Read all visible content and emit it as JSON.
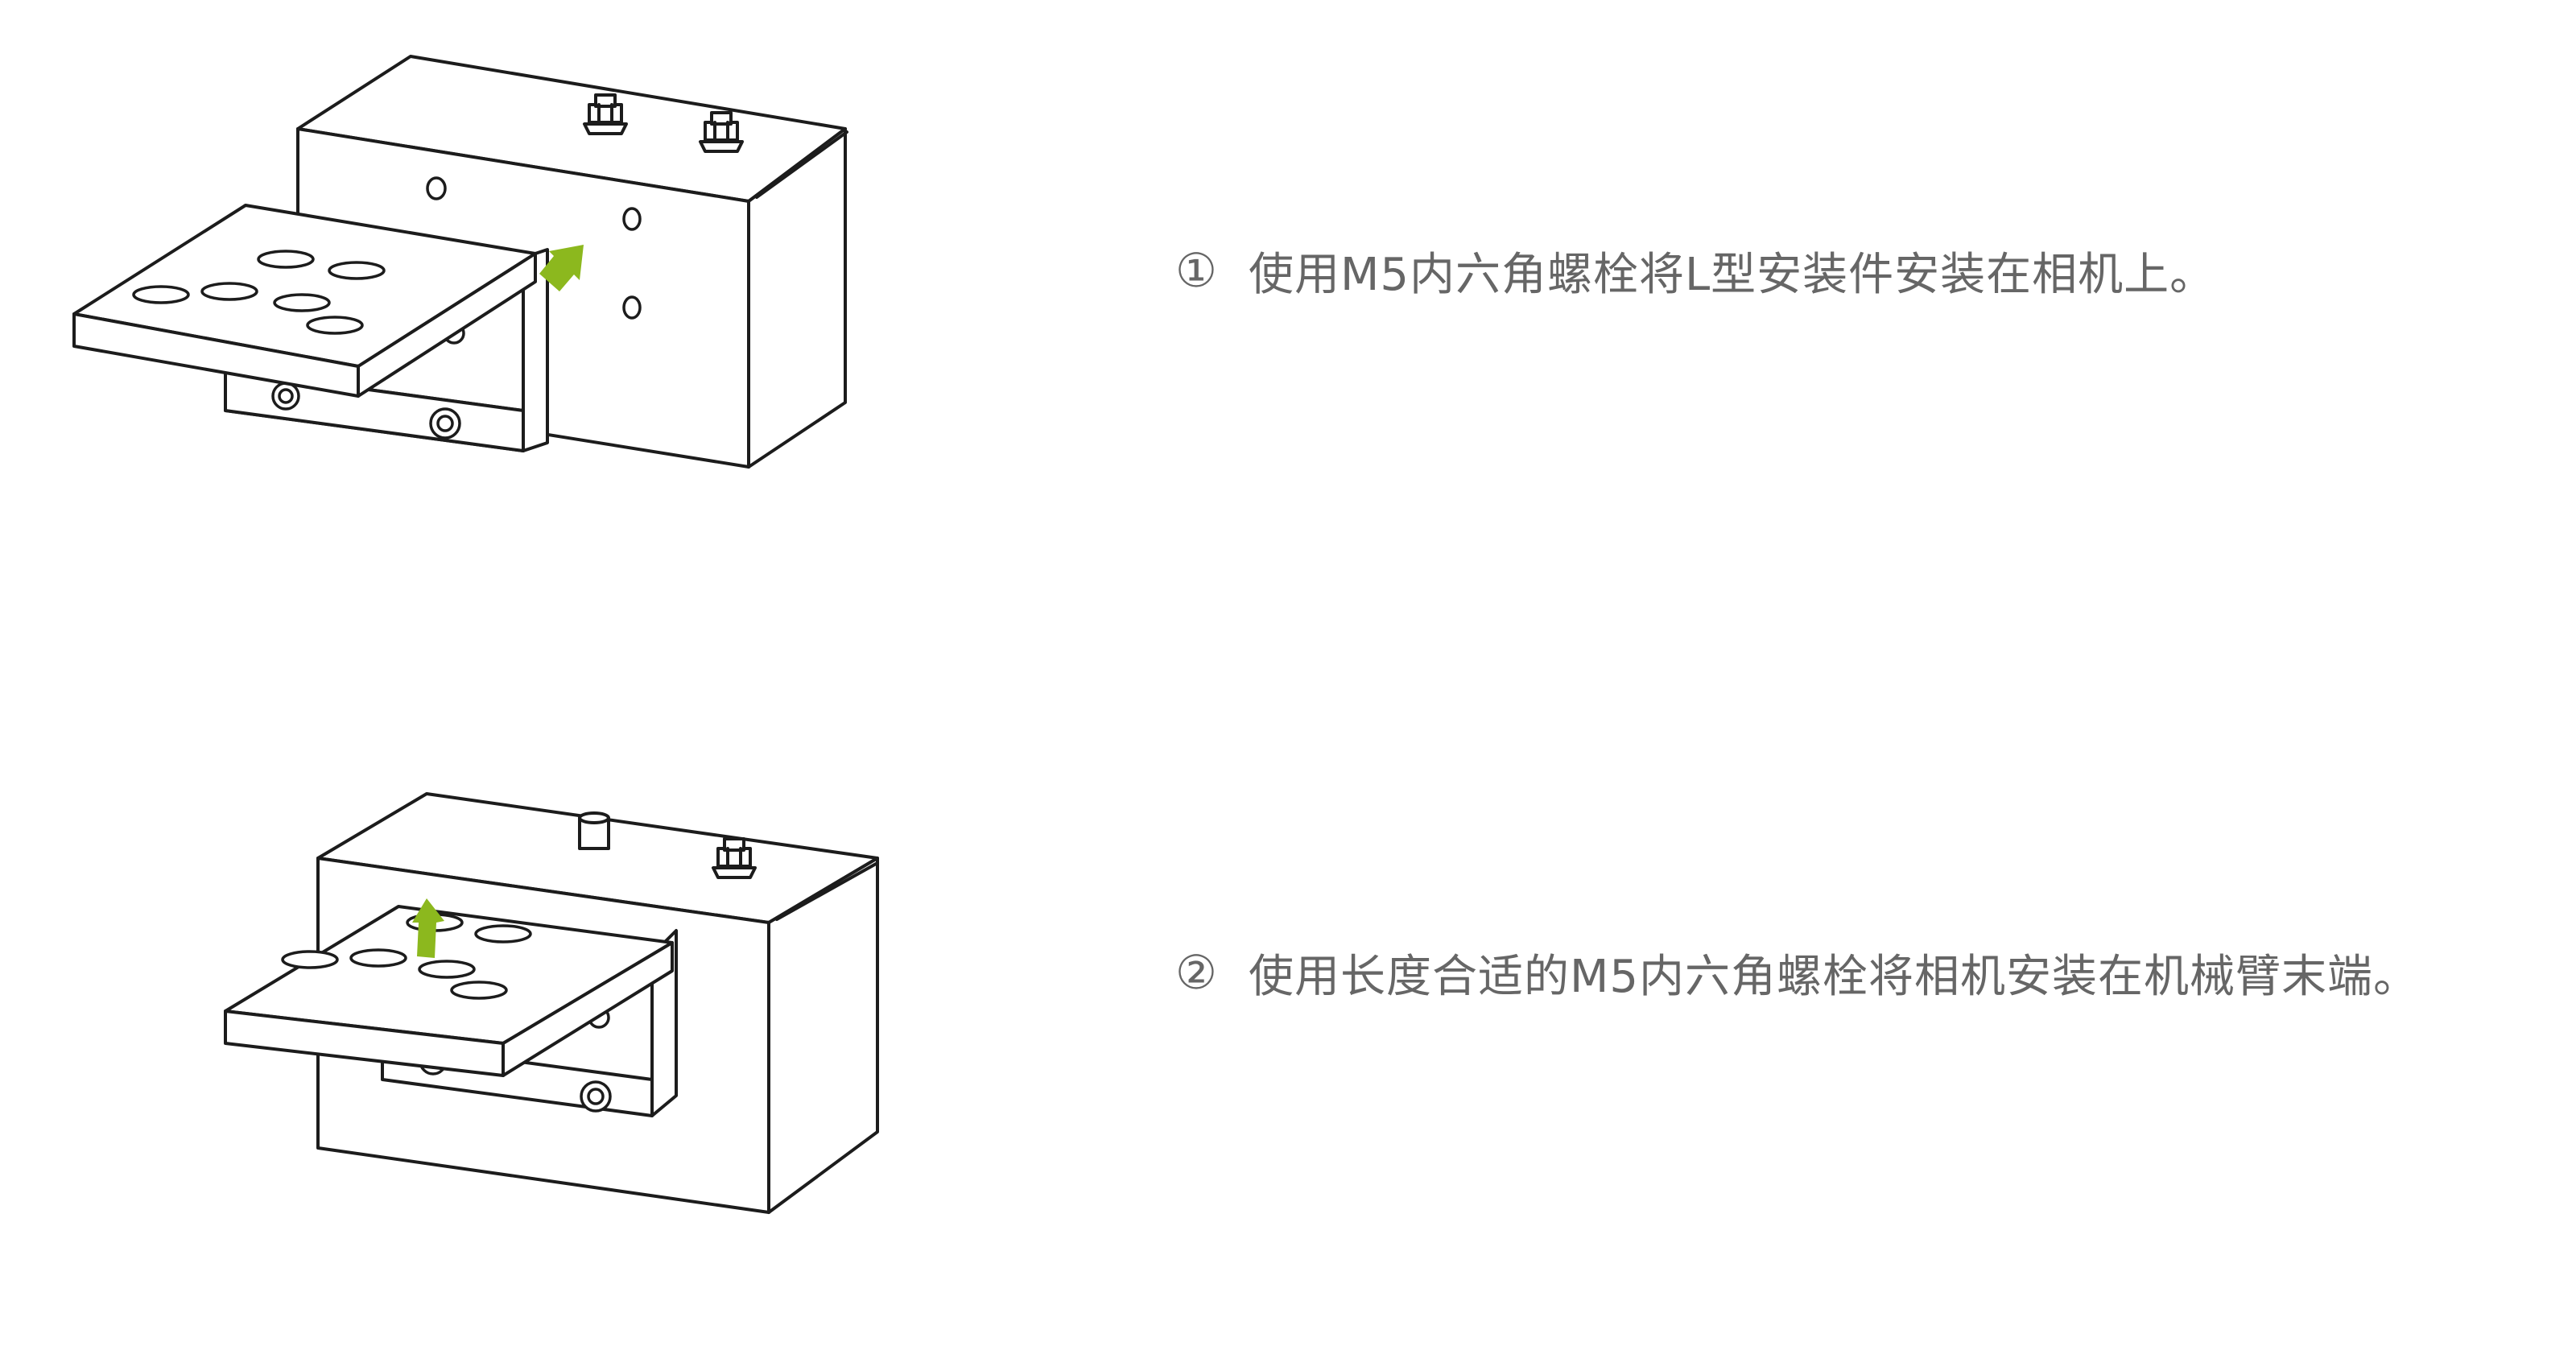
{
  "steps": [
    {
      "number": "①",
      "text": "使用M5内六角螺栓将L型安装件安装在相机上。"
    },
    {
      "number": "②",
      "text": "使用长度合适的M5内六角螺栓将相机安装在机械臂末端。"
    }
  ],
  "colors": {
    "accent_arrow": "#8cb81e",
    "instruction_text": "#666666",
    "line_art": "#1c1c1c"
  }
}
